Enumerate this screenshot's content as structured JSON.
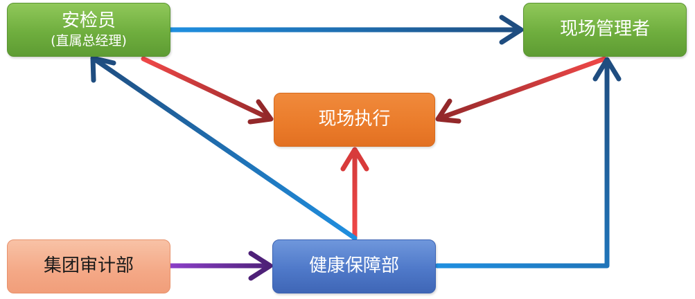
{
  "nodes": {
    "inspector": {
      "title": "安检员",
      "subtitle": "(直属总经理)",
      "color": "#70ad47"
    },
    "site_manager": {
      "title": "现场管理者",
      "color": "#70ad47"
    },
    "site_execution": {
      "title": "现场执行",
      "color": "#ed7d31"
    },
    "audit_department": {
      "title": "集团审计部",
      "color": "#f4b183"
    },
    "health_department": {
      "title": "健康保障部",
      "color": "#4472c4"
    }
  },
  "edges": [
    {
      "from": "inspector",
      "to": "site_manager",
      "color": "blue"
    },
    {
      "from": "inspector",
      "to": "site_execution",
      "color": "red"
    },
    {
      "from": "site_manager",
      "to": "site_execution",
      "color": "red"
    },
    {
      "from": "health_department",
      "to": "site_execution",
      "color": "red"
    },
    {
      "from": "health_department",
      "to": "inspector",
      "color": "blue"
    },
    {
      "from": "health_department",
      "to": "site_manager",
      "color": "blue"
    },
    {
      "from": "audit_department",
      "to": "health_department",
      "color": "purple"
    }
  ],
  "colors": {
    "blue_start": "#1f8fe0",
    "blue_end": "#1f4d80",
    "red_start": "#f04848",
    "red_end": "#93282a",
    "purple_start": "#8b3fc8",
    "purple_end": "#4e2178"
  }
}
